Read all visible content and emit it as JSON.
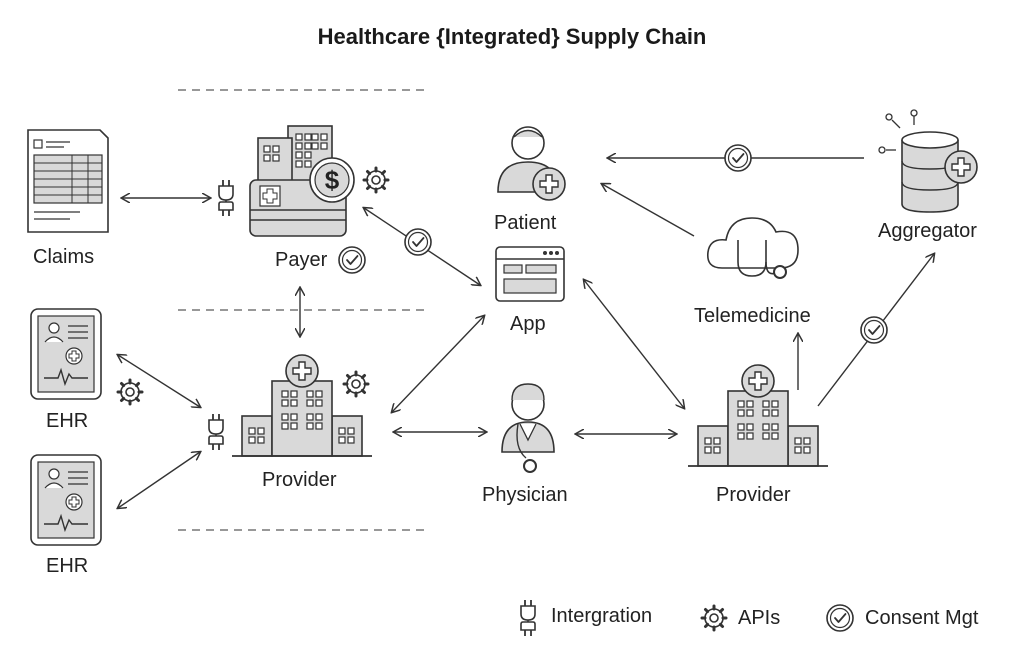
{
  "title": "Healthcare {Integrated} Supply Chain",
  "nodes": {
    "claims": "Claims",
    "payer": "Payer",
    "patient": "Patient",
    "app": "App",
    "aggregator": "Aggregator",
    "telemedicine": "Telemedicine",
    "ehr_top": "EHR",
    "ehr_bottom": "EHR",
    "provider_left": "Provider",
    "physician": "Physician",
    "provider_right": "Provider"
  },
  "legend": {
    "integration": "Intergration",
    "apis": "APIs",
    "consent": "Consent Mgt"
  },
  "colors": {
    "stroke": "#333333",
    "fill": "#d9d9d9",
    "dashed": "#777777"
  }
}
